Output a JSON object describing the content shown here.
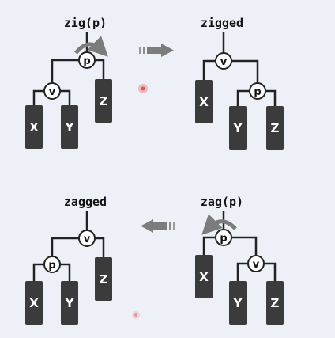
{
  "labels": {
    "zig": "zig(p)",
    "zigged": "zigged",
    "zag": "zag(p)",
    "zagged": "zagged"
  },
  "nodes": {
    "v": "v",
    "p": "p"
  },
  "subtrees": {
    "x": "X",
    "y": "Y",
    "z": "Z"
  },
  "colors": {
    "background": "#edf1f7",
    "line": "#222222",
    "subtree_fill": "#3b3b3b",
    "subtree_text": "#ffffff",
    "node_fill": "#ffffff",
    "arrow": "#7c7c7c",
    "marker": "#e2574c"
  }
}
